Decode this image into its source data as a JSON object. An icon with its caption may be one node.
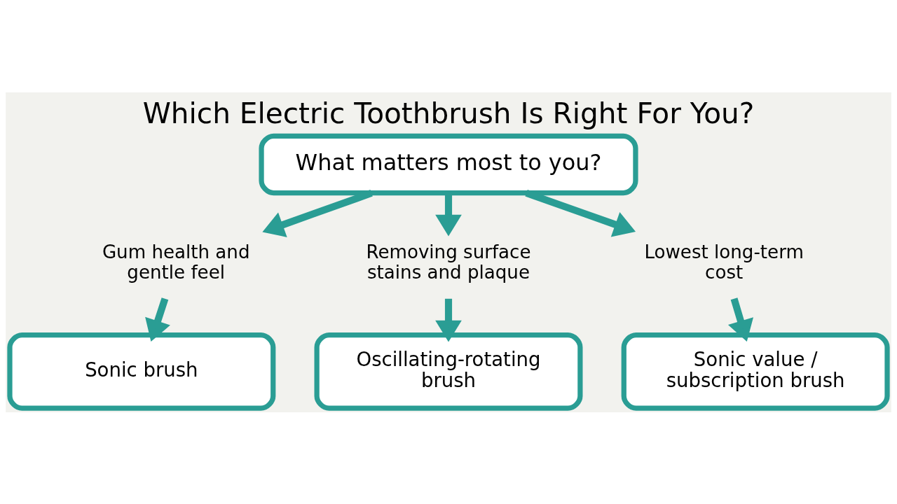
{
  "diagram": {
    "title": "Which Electric Toothbrush Is Right For You?",
    "nodes": [
      {
        "text": [
          "What matters most to you?"
        ]
      },
      {
        "text": [
          "Gum health and gentle feel"
        ]
      },
      {
        "text": [
          "Removing surface stains and plaque"
        ]
      },
      {
        "text": [
          "Lowest long-term cost"
        ]
      },
      {
        "text": [
          "Sonic brush"
        ]
      },
      {
        "text": [
          "Oscillating-rotating brush"
        ]
      },
      {
        "text": [
          "Sonic value / subscription brush"
        ]
      }
    ],
    "edges": [
      {
        "from": 0,
        "to": 1,
        "arrow": "to"
      },
      {
        "from": 0,
        "to": 2,
        "arrow": "to"
      },
      {
        "from": 0,
        "to": 3,
        "arrow": "to"
      },
      {
        "from": 1,
        "to": 4,
        "arrow": "to"
      },
      {
        "from": 2,
        "to": 5,
        "arrow": "to"
      },
      {
        "from": 3,
        "to": 6,
        "arrow": "to"
      }
    ]
  }
}
